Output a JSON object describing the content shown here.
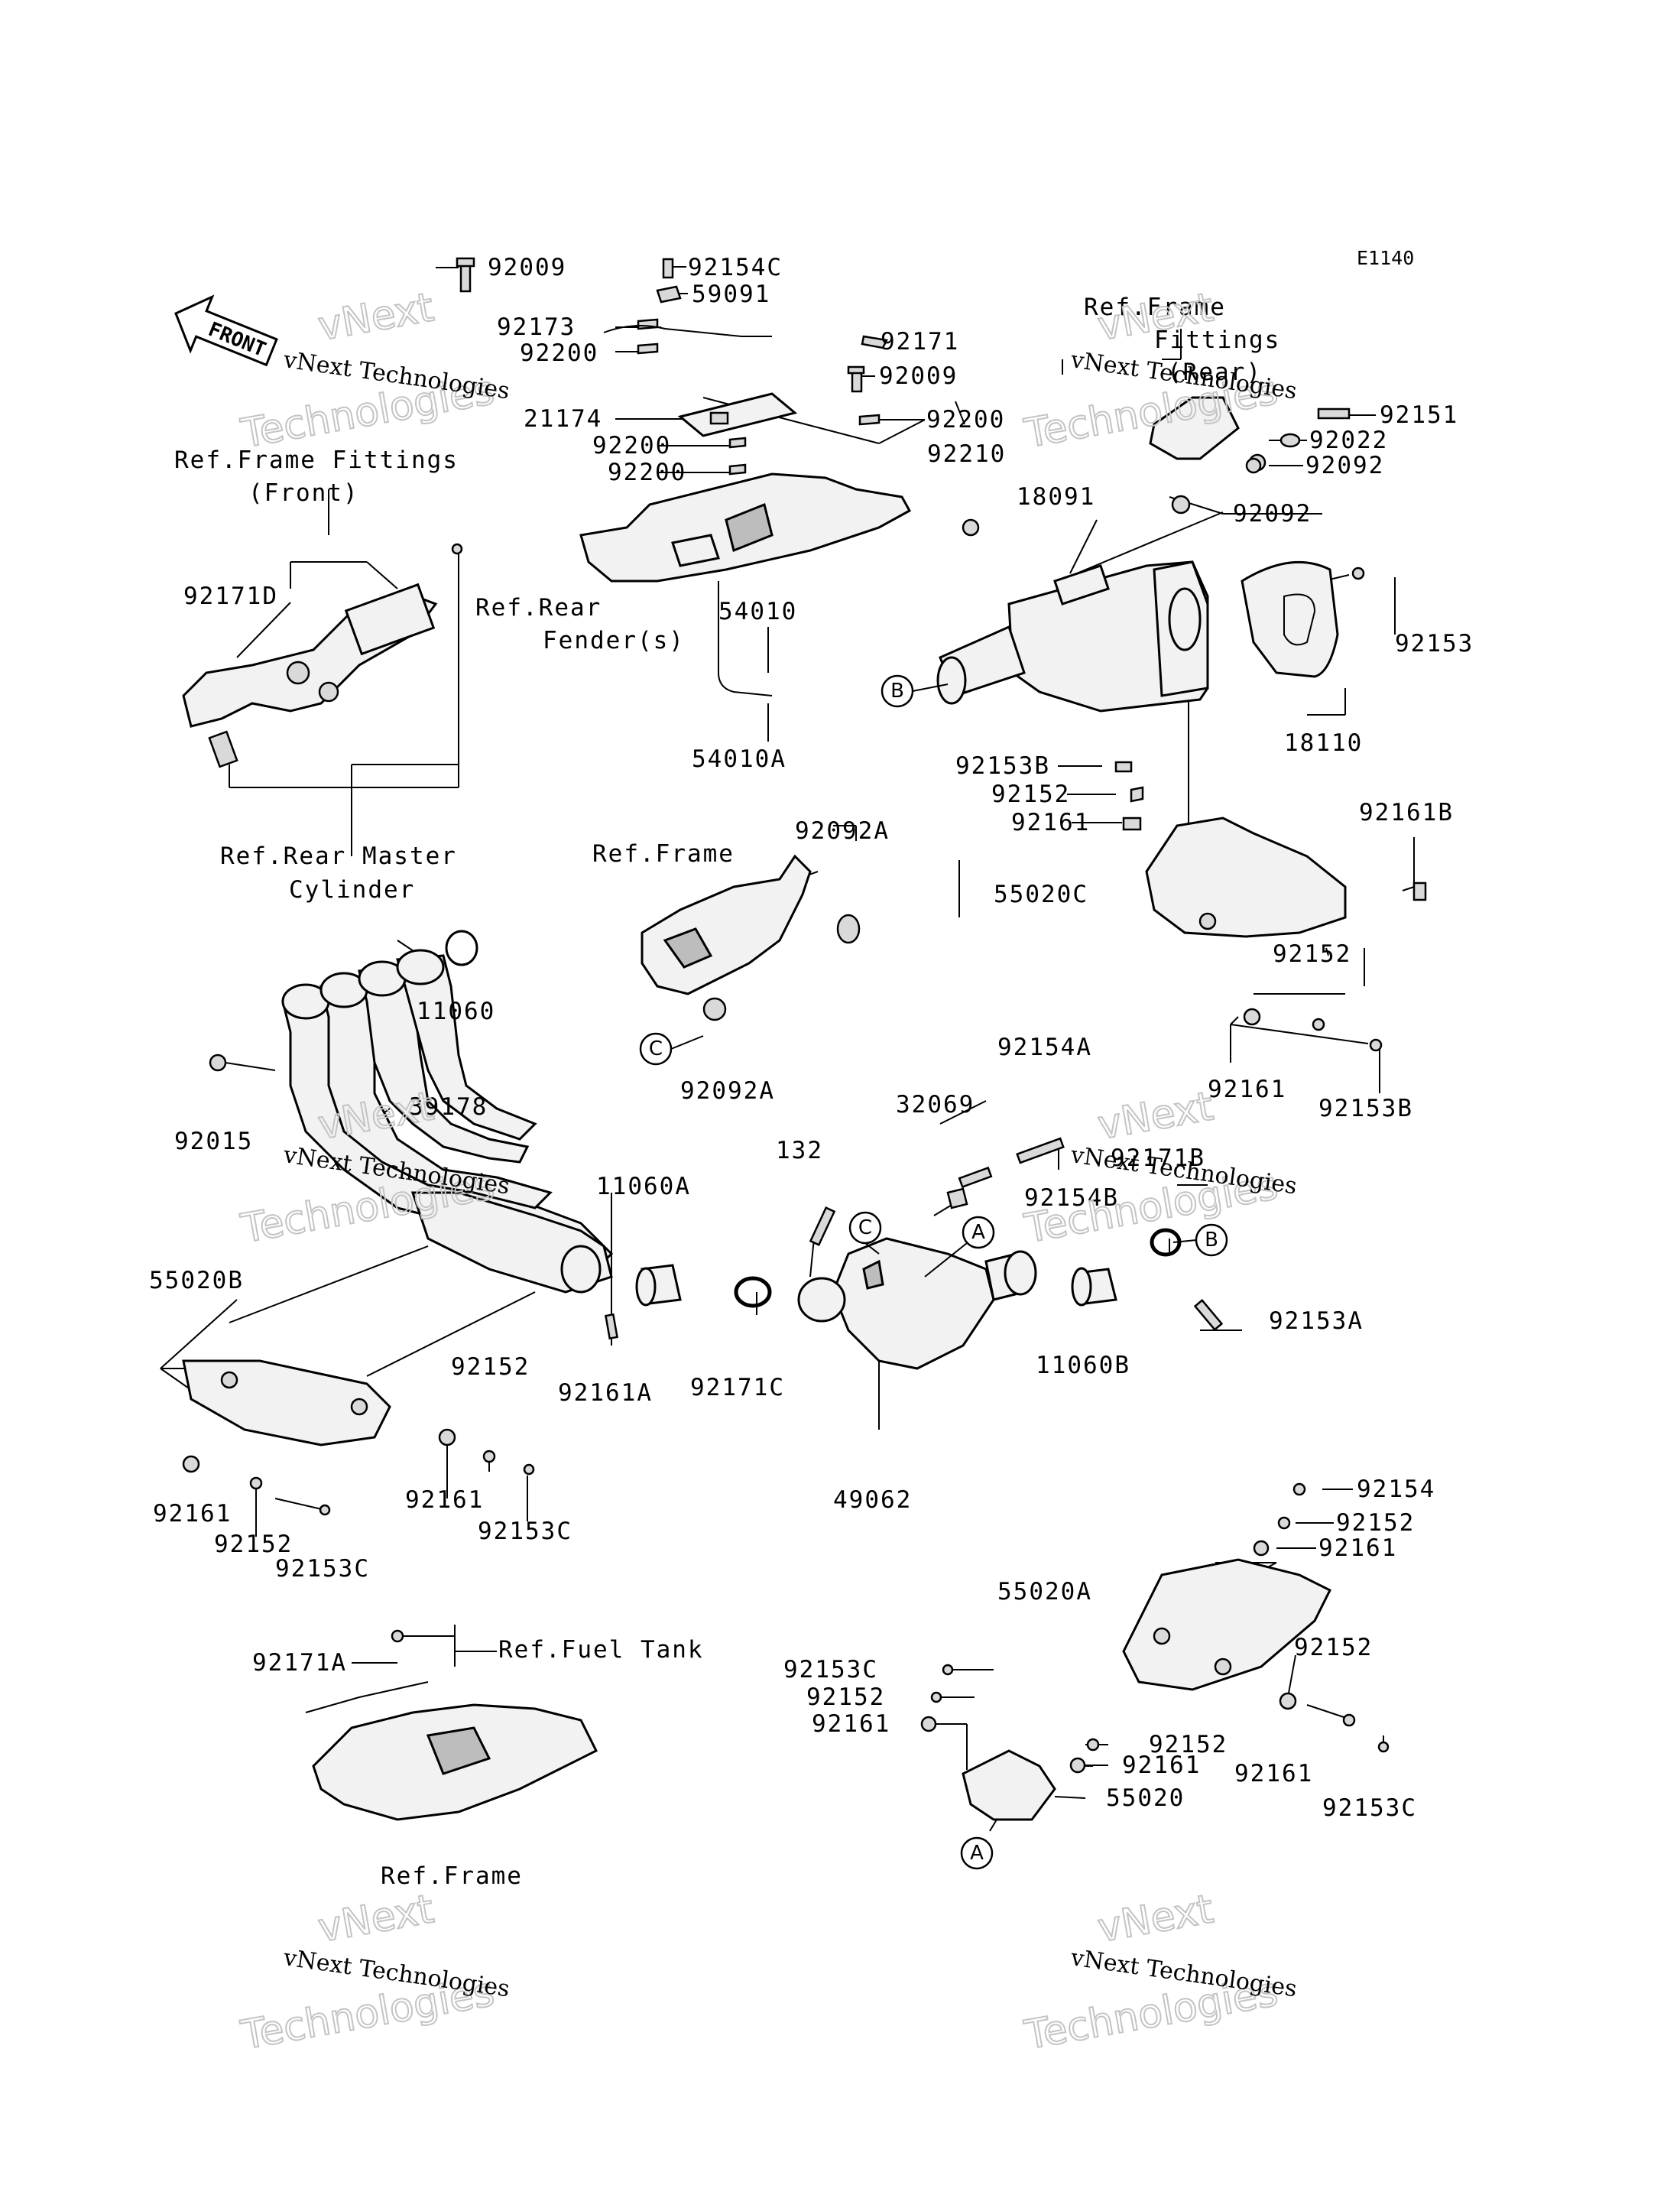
{
  "diagram_code": "E1140",
  "front_label": "FRONT",
  "watermark": {
    "line1": "vNext Technologies",
    "big1": "vNext",
    "big2": "Technologies"
  },
  "callouts": {
    "A": "A",
    "B": "B",
    "C": "C"
  },
  "refs": {
    "frame_fittings_front_1": "Ref.Frame Fittings",
    "frame_fittings_front_2": "(Front)",
    "rear_master_1": "Ref.Rear Master",
    "rear_master_2": "Cylinder",
    "rear_fender_1": "Ref.Rear",
    "rear_fender_2": "Fender(s)",
    "frame_fittings_rear_1": "Ref.Frame",
    "frame_fittings_rear_2": "Fittings",
    "frame_fittings_rear_3": "(Rear)",
    "frame_mid": "Ref.Frame",
    "fuel_tank": "Ref.Fuel Tank",
    "frame_bottom": "Ref.Frame"
  },
  "parts": {
    "p92009a": "92009",
    "p92154C": "92154C",
    "p59091": "59091",
    "p92173": "92173",
    "p92200a": "92200",
    "p92171": "92171",
    "p92009b": "92009",
    "p21174": "21174",
    "p92200b": "92200",
    "p92200c": "92200",
    "p92200d": "92200",
    "p92210": "92210",
    "p18091": "18091",
    "p92151": "92151",
    "p92022": "92022",
    "p92092a": "92092",
    "p92092b": "92092",
    "p92171D": "92171D",
    "p54010": "54010",
    "p54010A": "54010A",
    "p92153": "92153",
    "p18110": "18110",
    "p92153B": "92153B",
    "p92152a": "92152",
    "p92161a": "92161",
    "p92161B": "92161B",
    "p55020C": "55020C",
    "p92092A_1": "92092A",
    "p92092A_2": "92092A",
    "p11060": "11060",
    "p92152b": "92152",
    "p92015": "92015",
    "p39178": "39178",
    "p92161c": "92161",
    "p92153B_2": "92153B",
    "p92154A": "92154A",
    "p32069": "32069",
    "p92171B": "92171B",
    "p92154B": "92154B",
    "p132": "132",
    "p11060A": "11060A",
    "p55020B": "55020B",
    "p92153A": "92153A",
    "p11060B": "11060B",
    "p92161A": "92161A",
    "p92171C": "92171C",
    "p92152c": "92152",
    "p92161d": "92161",
    "p92153C_1": "92153C",
    "p92161e": "92161",
    "p92152d": "92152",
    "p92153C_2": "92153C",
    "p49062": "49062",
    "p92154": "92154",
    "p92152e": "92152",
    "p92161f": "92161",
    "p55020A": "55020A",
    "p92171A": "92171A",
    "p92153C_3": "92153C",
    "p92152f": "92152",
    "p92161g": "92161",
    "p92152g": "92152",
    "p92152h": "92152",
    "p92161h": "92161",
    "p92161i": "92161",
    "p55020": "55020",
    "p92153C_4": "92153C"
  }
}
